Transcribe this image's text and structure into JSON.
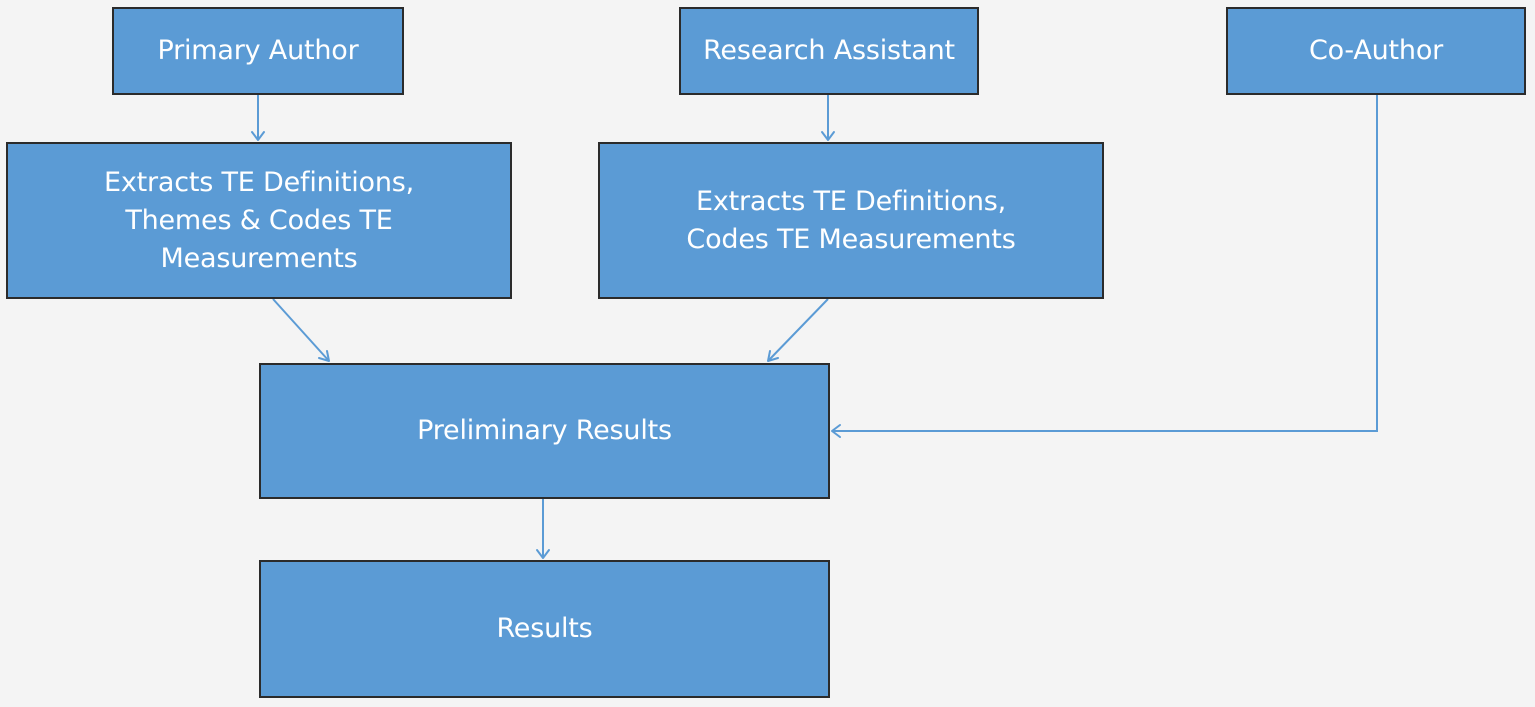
{
  "nodes": {
    "primary_author": "Primary Author",
    "research_assistant": "Research Assistant",
    "co_author": "Co-Author",
    "primary_extract": "Extracts TE Definitions,\nThemes & Codes TE\nMeasurements",
    "assistant_extract": "Extracts TE Definitions,\nCodes TE Measurements",
    "preliminary_results": "Preliminary Results",
    "results": "Results"
  },
  "edges": [
    {
      "from": "Primary Author",
      "to": "Extracts TE Definitions, Themes & Codes TE Measurements"
    },
    {
      "from": "Research Assistant",
      "to": "Extracts TE Definitions, Codes TE Measurements"
    },
    {
      "from": "Extracts TE Definitions, Themes & Codes TE Measurements",
      "to": "Preliminary Results"
    },
    {
      "from": "Extracts TE Definitions, Codes TE Measurements",
      "to": "Preliminary Results"
    },
    {
      "from": "Co-Author",
      "to": "Preliminary Results"
    },
    {
      "from": "Preliminary Results",
      "to": "Results"
    }
  ],
  "colors": {
    "box_fill": "#5b9bd5",
    "box_border": "#2b2b2b",
    "box_text": "#ffffff",
    "connector": "#5b9bd5",
    "background": "#f4f4f4"
  }
}
